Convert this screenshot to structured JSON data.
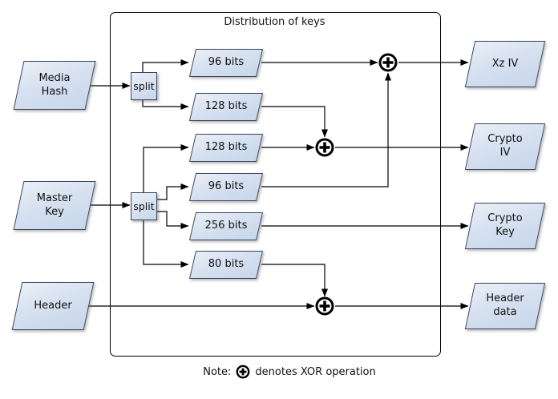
{
  "title": "Distribution of keys",
  "note": {
    "prefix": "Note:",
    "suffix": "denotes XOR operation"
  },
  "nodes": {
    "media_hash": {
      "lines": [
        "Media",
        "Hash"
      ]
    },
    "master_key": {
      "lines": [
        "Master",
        "Key"
      ]
    },
    "header": {
      "lines": [
        "Header"
      ]
    },
    "split1": {
      "label": "split"
    },
    "split2": {
      "label": "split"
    },
    "keys": [
      {
        "label": "96 bits"
      },
      {
        "label": "128 bits"
      },
      {
        "label": "128 bits"
      },
      {
        "label": "96 bits"
      },
      {
        "label": "256 bits"
      },
      {
        "label": "80 bits"
      }
    ],
    "xz_iv": {
      "lines": [
        "Xz IV"
      ]
    },
    "crypto_iv": {
      "lines": [
        "Crypto",
        "IV"
      ]
    },
    "crypto_key": {
      "lines": [
        "Crypto",
        "Key"
      ]
    },
    "header_data": {
      "lines": [
        "Header",
        "data"
      ]
    }
  },
  "colors": {
    "shape_fill_light": "#eaeff7",
    "shape_fill_dark": "#c7d6ea",
    "shape_border": "#39465e",
    "line": "#000000",
    "background": "#ffffff"
  }
}
